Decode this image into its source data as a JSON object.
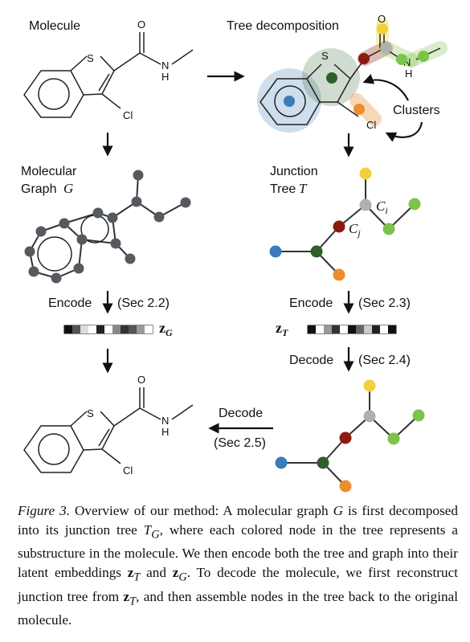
{
  "labels": {
    "molecule": "Molecule",
    "tree_decomposition": "Tree decomposition",
    "clusters": "Clusters",
    "molecular_graph_line1": "Molecular",
    "molecular_graph_line2": "Graph",
    "graph_symbol": "G",
    "junction_line1": "Junction",
    "junction_line2": "Tree",
    "tree_symbol": "T",
    "ci": "C",
    "ci_sub": "i",
    "cj": "C",
    "cj_sub": "j",
    "encode_left": "Encode",
    "sec22": "(Sec 2.2)",
    "encode_right": "Encode",
    "sec23": "(Sec 2.3)",
    "decode_right": "Decode",
    "sec24": "(Sec 2.4)",
    "decode_bottom": "Decode",
    "sec25": "(Sec 2.5)",
    "zg": "z",
    "zg_sub": "G",
    "zt": "z",
    "zt_sub": "T"
  },
  "atoms": {
    "s": "S",
    "o": "O",
    "n": "N",
    "h": "H",
    "cl": "Cl"
  },
  "colors": {
    "blue": "#3b7bb8",
    "dark_green": "#2e5e2a",
    "dark_red": "#8b1a12",
    "grey": "#b0b0b0",
    "yellow": "#f2d03b",
    "light_green": "#7dc24b",
    "orange": "#ec8d2e",
    "graph_node": "#555a61"
  },
  "caption": {
    "fig_label": "Figure 3.",
    "text1": " Overview of our method: A molecular graph ",
    "g1": "G",
    "text2": " is first decomposed into its junction tree ",
    "tg": "T",
    "tg_sub": "G",
    "text3": ", where each colored node in the tree represents a substructure in the molecule. We then encode both the tree and graph into their latent embeddings ",
    "zt": "z",
    "zt_sub": "T",
    "text4": " and ",
    "zg": "z",
    "zg_sub": "G",
    "text5": ". To decode the molecule, we first reconstruct junction tree from ",
    "zt2": "z",
    "zt2_sub": "T",
    "text6": ", and then assemble nodes in the tree back to the original molecule."
  }
}
